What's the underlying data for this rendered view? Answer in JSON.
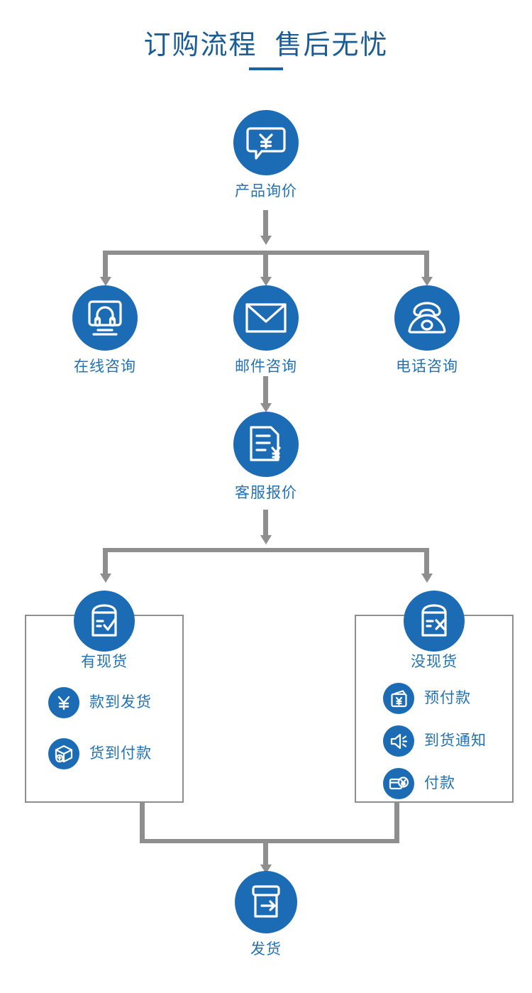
{
  "header": {
    "title": "订购流程  售后无忧",
    "accent_color": "#1C6CB5",
    "label_color": "#2272B4",
    "connector_color": "#8E8E8E",
    "background": "#FFFFFF"
  },
  "flow": {
    "start": {
      "label": "产品询价",
      "icon": "speech-bubble-yen-icon"
    },
    "consult": [
      {
        "label": "在线咨询",
        "icon": "monitor-headset-icon"
      },
      {
        "label": "邮件咨询",
        "icon": "envelope-icon"
      },
      {
        "label": "电话咨询",
        "icon": "telephone-icon"
      }
    ],
    "quote": {
      "label": "客服报价",
      "icon": "invoice-yen-icon"
    },
    "stock_branches": [
      {
        "label": "有现货",
        "icon": "box-check-icon",
        "options": [
          {
            "label": "款到发货",
            "icon": "yen-circle-icon"
          },
          {
            "label": "货到付款",
            "icon": "parcel-coin-icon"
          }
        ]
      },
      {
        "label": "没现货",
        "icon": "box-cross-icon",
        "options": [
          {
            "label": "预付款",
            "icon": "wallet-yen-icon"
          },
          {
            "label": "到货通知",
            "icon": "speaker-notify-icon"
          },
          {
            "label": "付款",
            "icon": "card-yen-icon"
          }
        ]
      }
    ],
    "end": {
      "label": "发货",
      "icon": "box-arrow-out-icon"
    }
  }
}
